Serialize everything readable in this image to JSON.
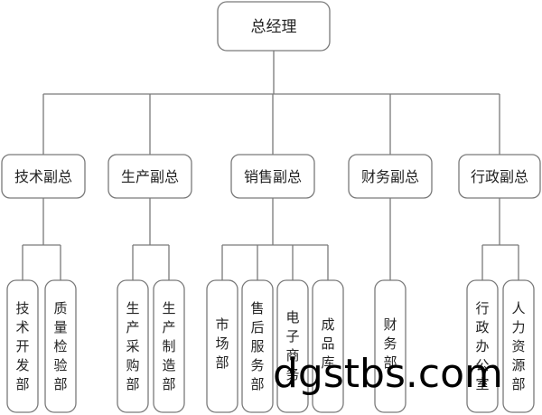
{
  "root": {
    "label": "总经理"
  },
  "level2": [
    {
      "label": "技术副总"
    },
    {
      "label": "生产副总"
    },
    {
      "label": "销售副总"
    },
    {
      "label": "财务副总"
    },
    {
      "label": "行政副总"
    }
  ],
  "level3": [
    {
      "label": "技术开发部",
      "parent": 0
    },
    {
      "label": "质量检验部",
      "parent": 0
    },
    {
      "label": "生产采购部",
      "parent": 1
    },
    {
      "label": "生产制造部",
      "parent": 1
    },
    {
      "label": "市场部",
      "parent": 2
    },
    {
      "label": "售后服务部",
      "parent": 2
    },
    {
      "label": "电子商务",
      "parent": 2
    },
    {
      "label": "成品库",
      "parent": 2
    },
    {
      "label": "财务部",
      "parent": 3
    },
    {
      "label": "行政办公室",
      "parent": 4
    },
    {
      "label": "人力资源部",
      "parent": 4
    }
  ],
  "watermark": "dgstbs.com",
  "colors": {
    "line": "#7a7a7a",
    "text": "#222222",
    "background": "#ffffff"
  }
}
